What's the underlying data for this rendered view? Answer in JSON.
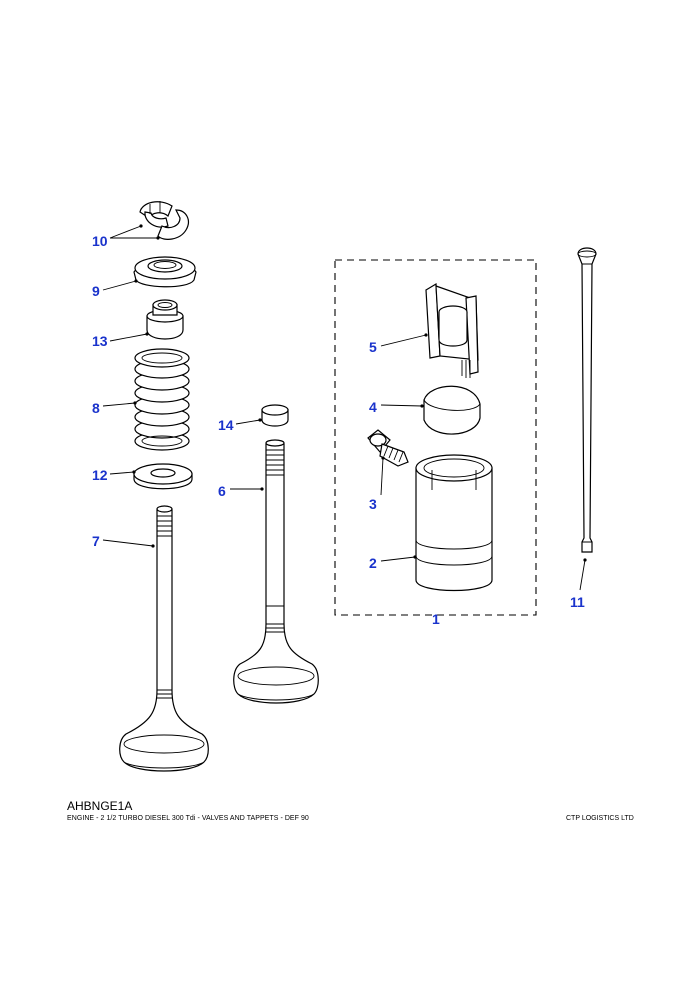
{
  "figure_code": "AHBNGE1A",
  "caption": "ENGINE - 2 1/2 TURBO DIESEL 300 Tdi - VALVES AND TAPPETS - DEF 90",
  "company": "CTP LOGISTICS LTD",
  "callout_color": "#1a33cc",
  "callouts": {
    "c1": "1",
    "c2": "2",
    "c3": "3",
    "c4": "4",
    "c5": "5",
    "c6": "6",
    "c7": "7",
    "c8": "8",
    "c9": "9",
    "c10": "10",
    "c11": "11",
    "c12": "12",
    "c13": "13",
    "c14": "14"
  }
}
